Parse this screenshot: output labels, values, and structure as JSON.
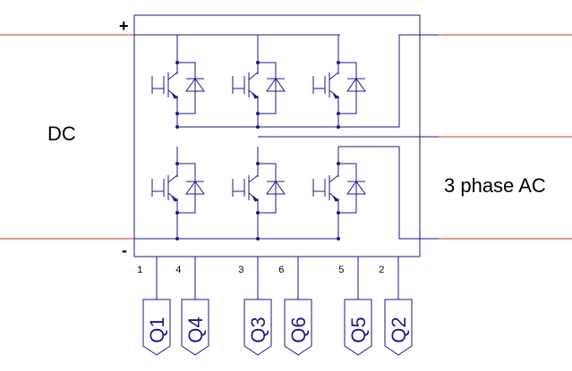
{
  "labels": {
    "dc": "DC",
    "ac": "3 phase AC",
    "plus": "+",
    "minus": "-"
  },
  "pins": [
    "1",
    "4",
    "3",
    "6",
    "5",
    "2"
  ],
  "gates": [
    "Q1",
    "Q4",
    "Q3",
    "Q6",
    "Q5",
    "Q2"
  ],
  "colors": {
    "circuit": "#1a1a8c",
    "rail": "#c0392b",
    "background": "#ffffff"
  }
}
